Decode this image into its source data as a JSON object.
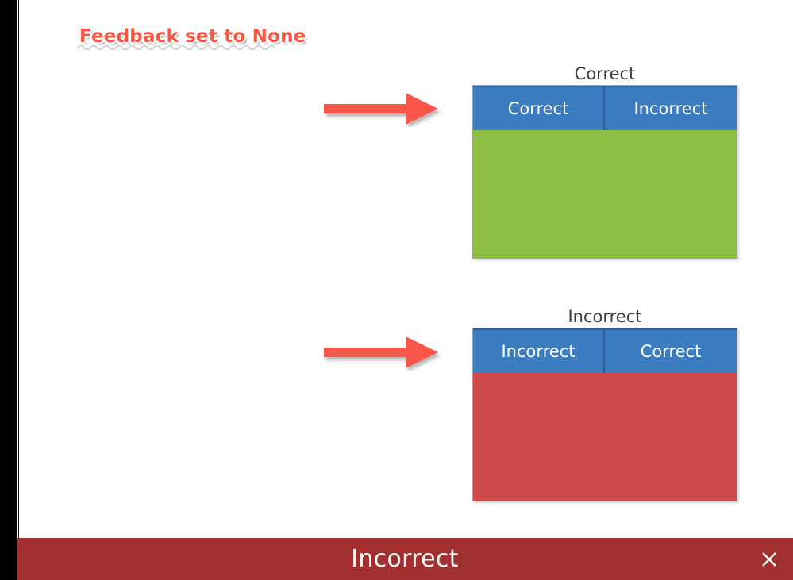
{
  "slide": {
    "title": "Feedback set to None",
    "title_color": "#fb5844",
    "background_color": "#ffffff",
    "gutter_color": "#000000"
  },
  "results": [
    {
      "label": "Correct",
      "header": [
        "Correct",
        "Incorrect"
      ],
      "header_color": "#3b7dc0",
      "body_color": "#8cbf44",
      "arrow_name": "arrow-pointing-to-correct-table"
    },
    {
      "label": "Incorrect",
      "header": [
        "Incorrect",
        "Correct"
      ],
      "header_color": "#3b7dc0",
      "body_color": "#cf4a4a",
      "arrow_name": "arrow-pointing-to-incorrect-table"
    }
  ],
  "arrow": {
    "color": "#f9564a",
    "icon": "arrow-right-icon"
  },
  "banner": {
    "message": "Incorrect",
    "background_color": "#a33030",
    "close_icon": "close-icon",
    "close_glyph": "✕"
  }
}
